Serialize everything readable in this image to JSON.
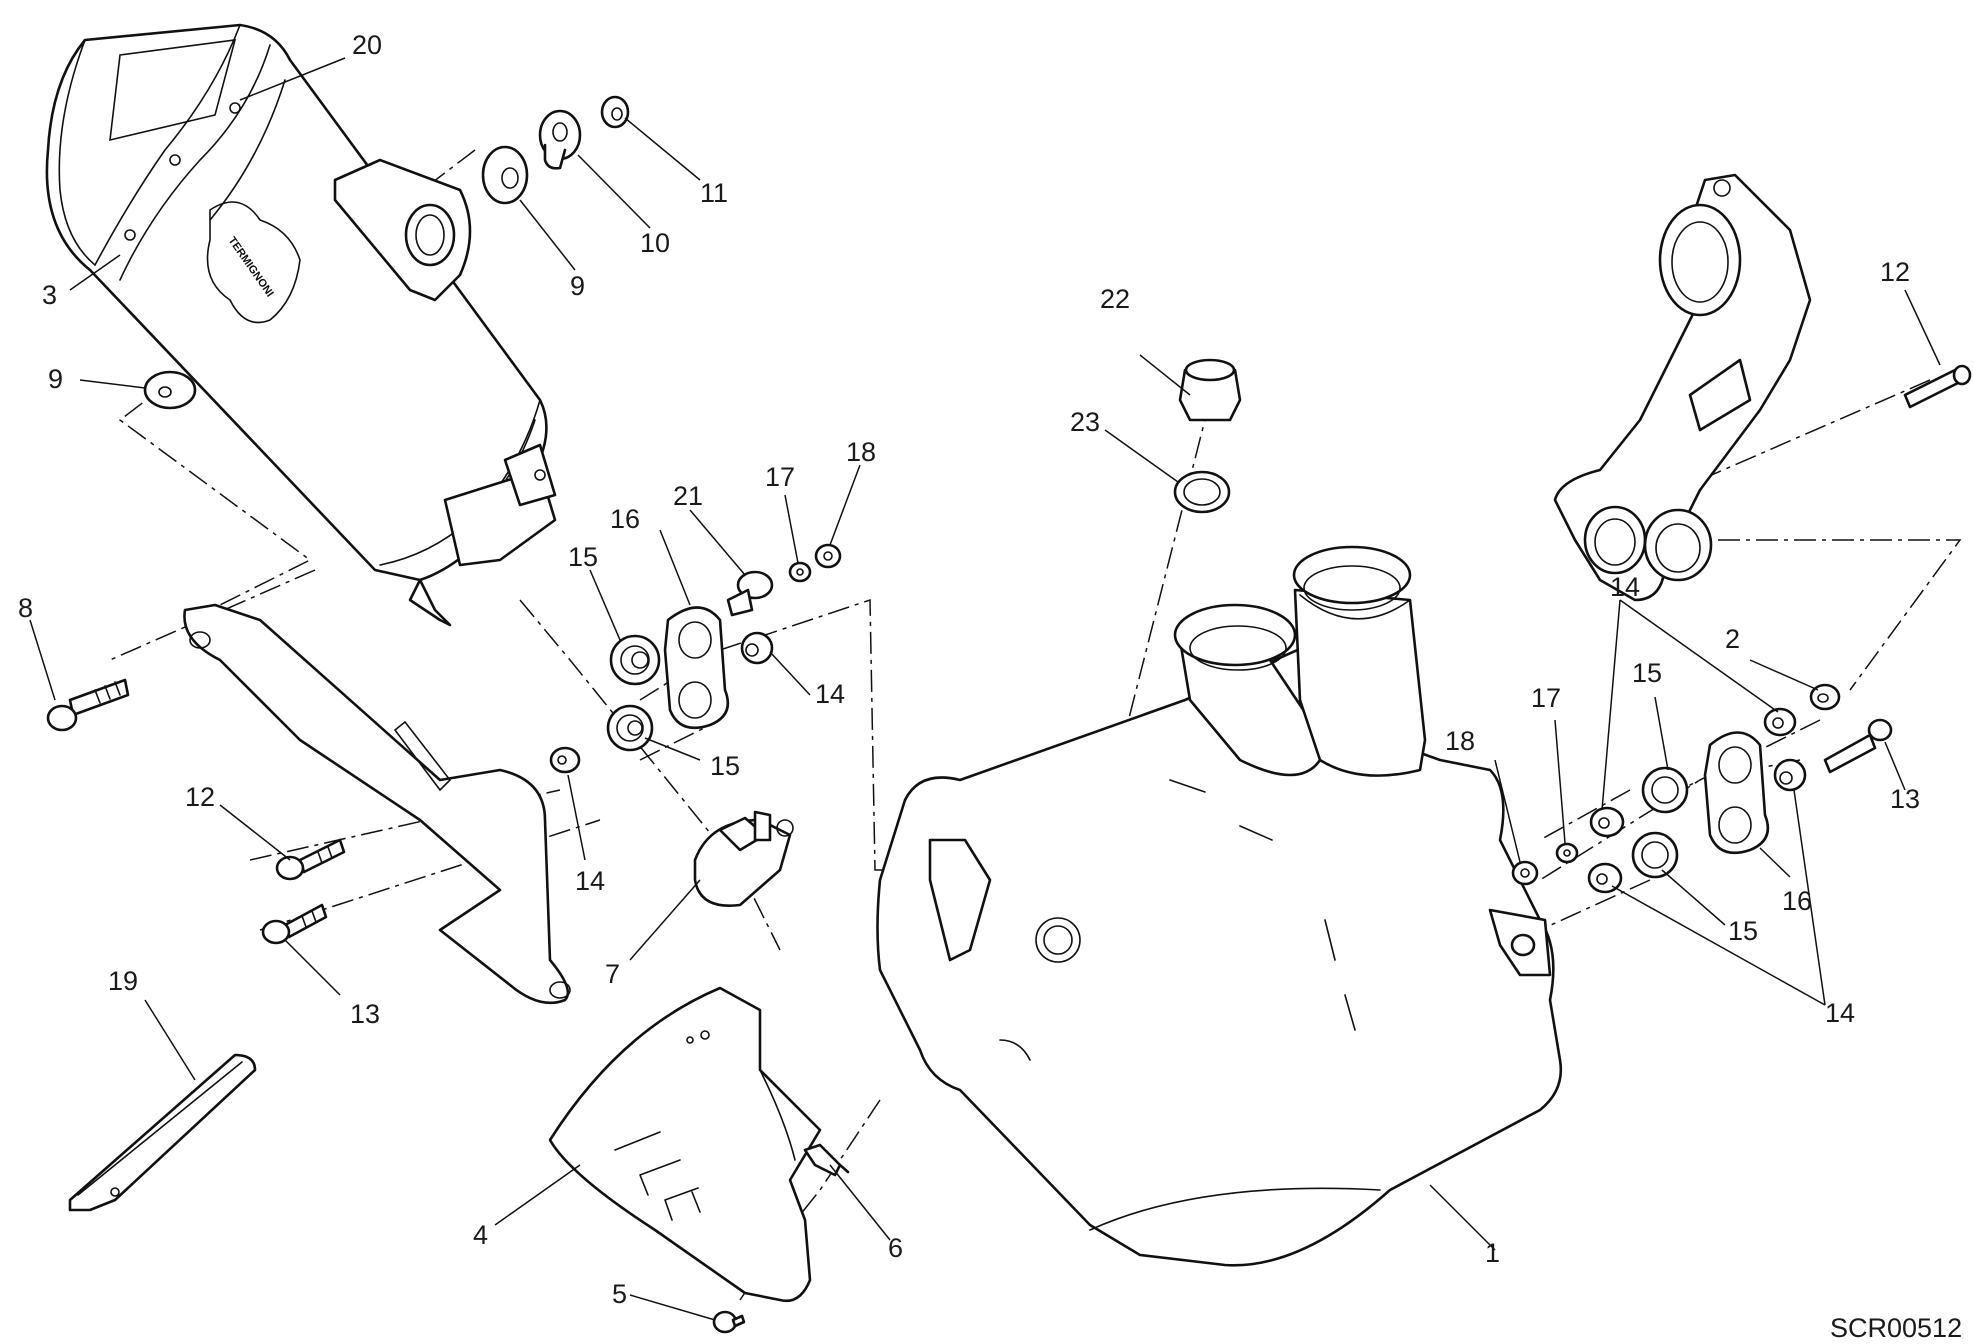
{
  "diagram_code": "SCR00512",
  "callouts": [
    {
      "id": "c1",
      "label": "1"
    },
    {
      "id": "c2",
      "label": "2"
    },
    {
      "id": "c3",
      "label": "3"
    },
    {
      "id": "c4",
      "label": "4"
    },
    {
      "id": "c5",
      "label": "5"
    },
    {
      "id": "c6",
      "label": "6"
    },
    {
      "id": "c7",
      "label": "7"
    },
    {
      "id": "c8",
      "label": "8"
    },
    {
      "id": "c9a",
      "label": "9"
    },
    {
      "id": "c9b",
      "label": "9"
    },
    {
      "id": "c10",
      "label": "10"
    },
    {
      "id": "c11",
      "label": "11"
    },
    {
      "id": "c12a",
      "label": "12"
    },
    {
      "id": "c12b",
      "label": "12"
    },
    {
      "id": "c13a",
      "label": "13"
    },
    {
      "id": "c13b",
      "label": "13"
    },
    {
      "id": "c14a",
      "label": "14"
    },
    {
      "id": "c14b",
      "label": "14"
    },
    {
      "id": "c14c",
      "label": "14"
    },
    {
      "id": "c14d",
      "label": "14"
    },
    {
      "id": "c15a",
      "label": "15"
    },
    {
      "id": "c15b",
      "label": "15"
    },
    {
      "id": "c15c",
      "label": "15"
    },
    {
      "id": "c15d",
      "label": "15"
    },
    {
      "id": "c16a",
      "label": "16"
    },
    {
      "id": "c16b",
      "label": "16"
    },
    {
      "id": "c17a",
      "label": "17"
    },
    {
      "id": "c17b",
      "label": "17"
    },
    {
      "id": "c18a",
      "label": "18"
    },
    {
      "id": "c18b",
      "label": "18"
    },
    {
      "id": "c19",
      "label": "19"
    },
    {
      "id": "c20",
      "label": "20"
    },
    {
      "id": "c21",
      "label": "21"
    },
    {
      "id": "c22",
      "label": "22"
    },
    {
      "id": "c23",
      "label": "23"
    }
  ],
  "muffler_logo_text": "TERMIGNONI"
}
